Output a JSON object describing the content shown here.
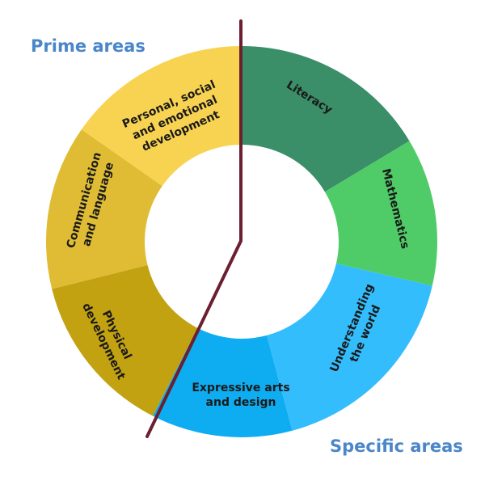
{
  "groups": {
    "prime": "Prime areas",
    "specific": "Specific areas"
  },
  "segments": [
    {
      "id": "personal",
      "lines": [
        "Personal, social",
        "and emotional",
        "development"
      ],
      "color": "#f8d352"
    },
    {
      "id": "communication",
      "lines": [
        "Communication",
        "and language"
      ],
      "color": "#dfbc34"
    },
    {
      "id": "physical",
      "lines": [
        "Physical",
        "development"
      ],
      "color": "#c3a212"
    },
    {
      "id": "expressive",
      "lines": [
        "Expressive arts",
        "and design"
      ],
      "color": "#0eacf0"
    },
    {
      "id": "understanding",
      "lines": [
        "Understanding",
        "the world"
      ],
      "color": "#33bdfc"
    },
    {
      "id": "mathematics",
      "lines": [
        "Mathematics"
      ],
      "color": "#4fcc67"
    },
    {
      "id": "literacy",
      "lines": [
        "Literacy"
      ],
      "color": "#3a8e68"
    }
  ],
  "colors": {
    "divider": "#6b1f30",
    "heading": "#4a86c8",
    "text": "#1a1a1a"
  }
}
